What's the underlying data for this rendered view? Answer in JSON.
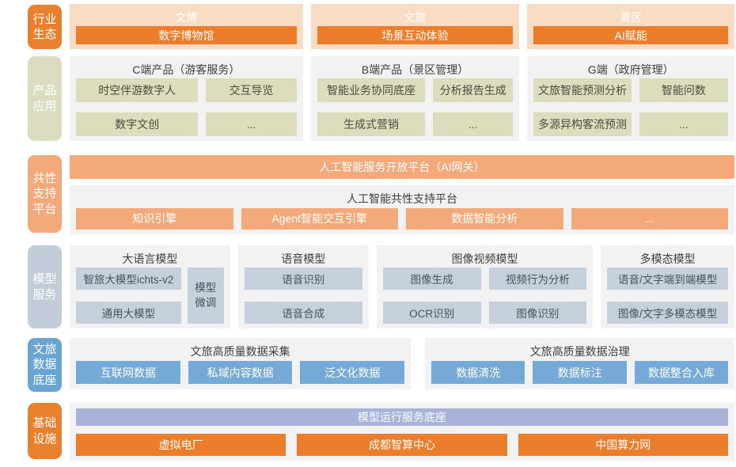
{
  "colors": {
    "orange": "#e8802e",
    "orange_item": "#eb7d2b",
    "peach": "#f8dcc3",
    "salmon": "#f4a97b",
    "beige": "#dbdcc0",
    "beige_item": "#dddcbd",
    "panel": "#f2f2f2",
    "bluegray": "#c2cdd9",
    "bluegray_item": "#c6d0dc",
    "blue": "#69a5d3",
    "blue_item": "#74aad5",
    "periwinkle": "#a9b2d8",
    "text_dark": "#3e3e3e"
  },
  "sidebar": {
    "industry": "行业\n生态",
    "product": "产品\n应用",
    "common": "共性\n支持\n平台",
    "model": "模型\n服务",
    "data": "文旅\n数据\n底座",
    "infra": "基础\n设施"
  },
  "industry": {
    "groups": [
      {
        "title": "文博",
        "item": "数字博物馆"
      },
      {
        "title": "文旅",
        "item": "场景互动体验"
      },
      {
        "title": "景区",
        "item": "AI赋能"
      }
    ]
  },
  "products": {
    "groups": [
      {
        "title": "C端产品（游客服务）",
        "items": [
          "时空伴游数字人",
          "交互导览",
          "数字文创",
          "..."
        ]
      },
      {
        "title": "B端产品（景区管理）",
        "items": [
          "智能业务协同底座",
          "分析报告生成",
          "生成式营销",
          "..."
        ]
      },
      {
        "title": "G端（政府管理）",
        "items": [
          "文旅智能预测分析",
          "智能问数",
          "多源异构客流预测",
          "..."
        ]
      }
    ]
  },
  "common": {
    "gateway": "人工智能服务开放平台（AI网关）",
    "platform_title": "人工智能共性支持平台",
    "items": [
      "知识引擎",
      "Agent智能交互引擎",
      "数据智能分析",
      "..."
    ]
  },
  "models": {
    "llm": {
      "title": "大语言模型",
      "items": [
        "智旅大模型ichts-v2",
        "通用大模型"
      ],
      "side": "模型\n微调"
    },
    "speech": {
      "title": "语音模型",
      "items": [
        "语音识别",
        "语音合成"
      ]
    },
    "vision": {
      "title": "图像视频模型",
      "items": [
        "图像生成",
        "视频行为分析",
        "OCR识别",
        "图像识别"
      ]
    },
    "multimodal": {
      "title": "多模态模型",
      "items": [
        "语音/文字端到端模型",
        "图像/文字多模态模型"
      ]
    }
  },
  "data_base": {
    "collection": {
      "title": "文旅高质量数据采集",
      "items": [
        "互联网数据",
        "私域内容数据",
        "泛文化数据"
      ]
    },
    "governance": {
      "title": "文旅高质量数据治理",
      "items": [
        "数据清洗",
        "数据标注",
        "数据整合入库"
      ]
    }
  },
  "infrastructure": {
    "runtime": "模型运行服务底座",
    "items": [
      "虚拟电厂",
      "成都智算中心",
      "中国算力网"
    ]
  }
}
